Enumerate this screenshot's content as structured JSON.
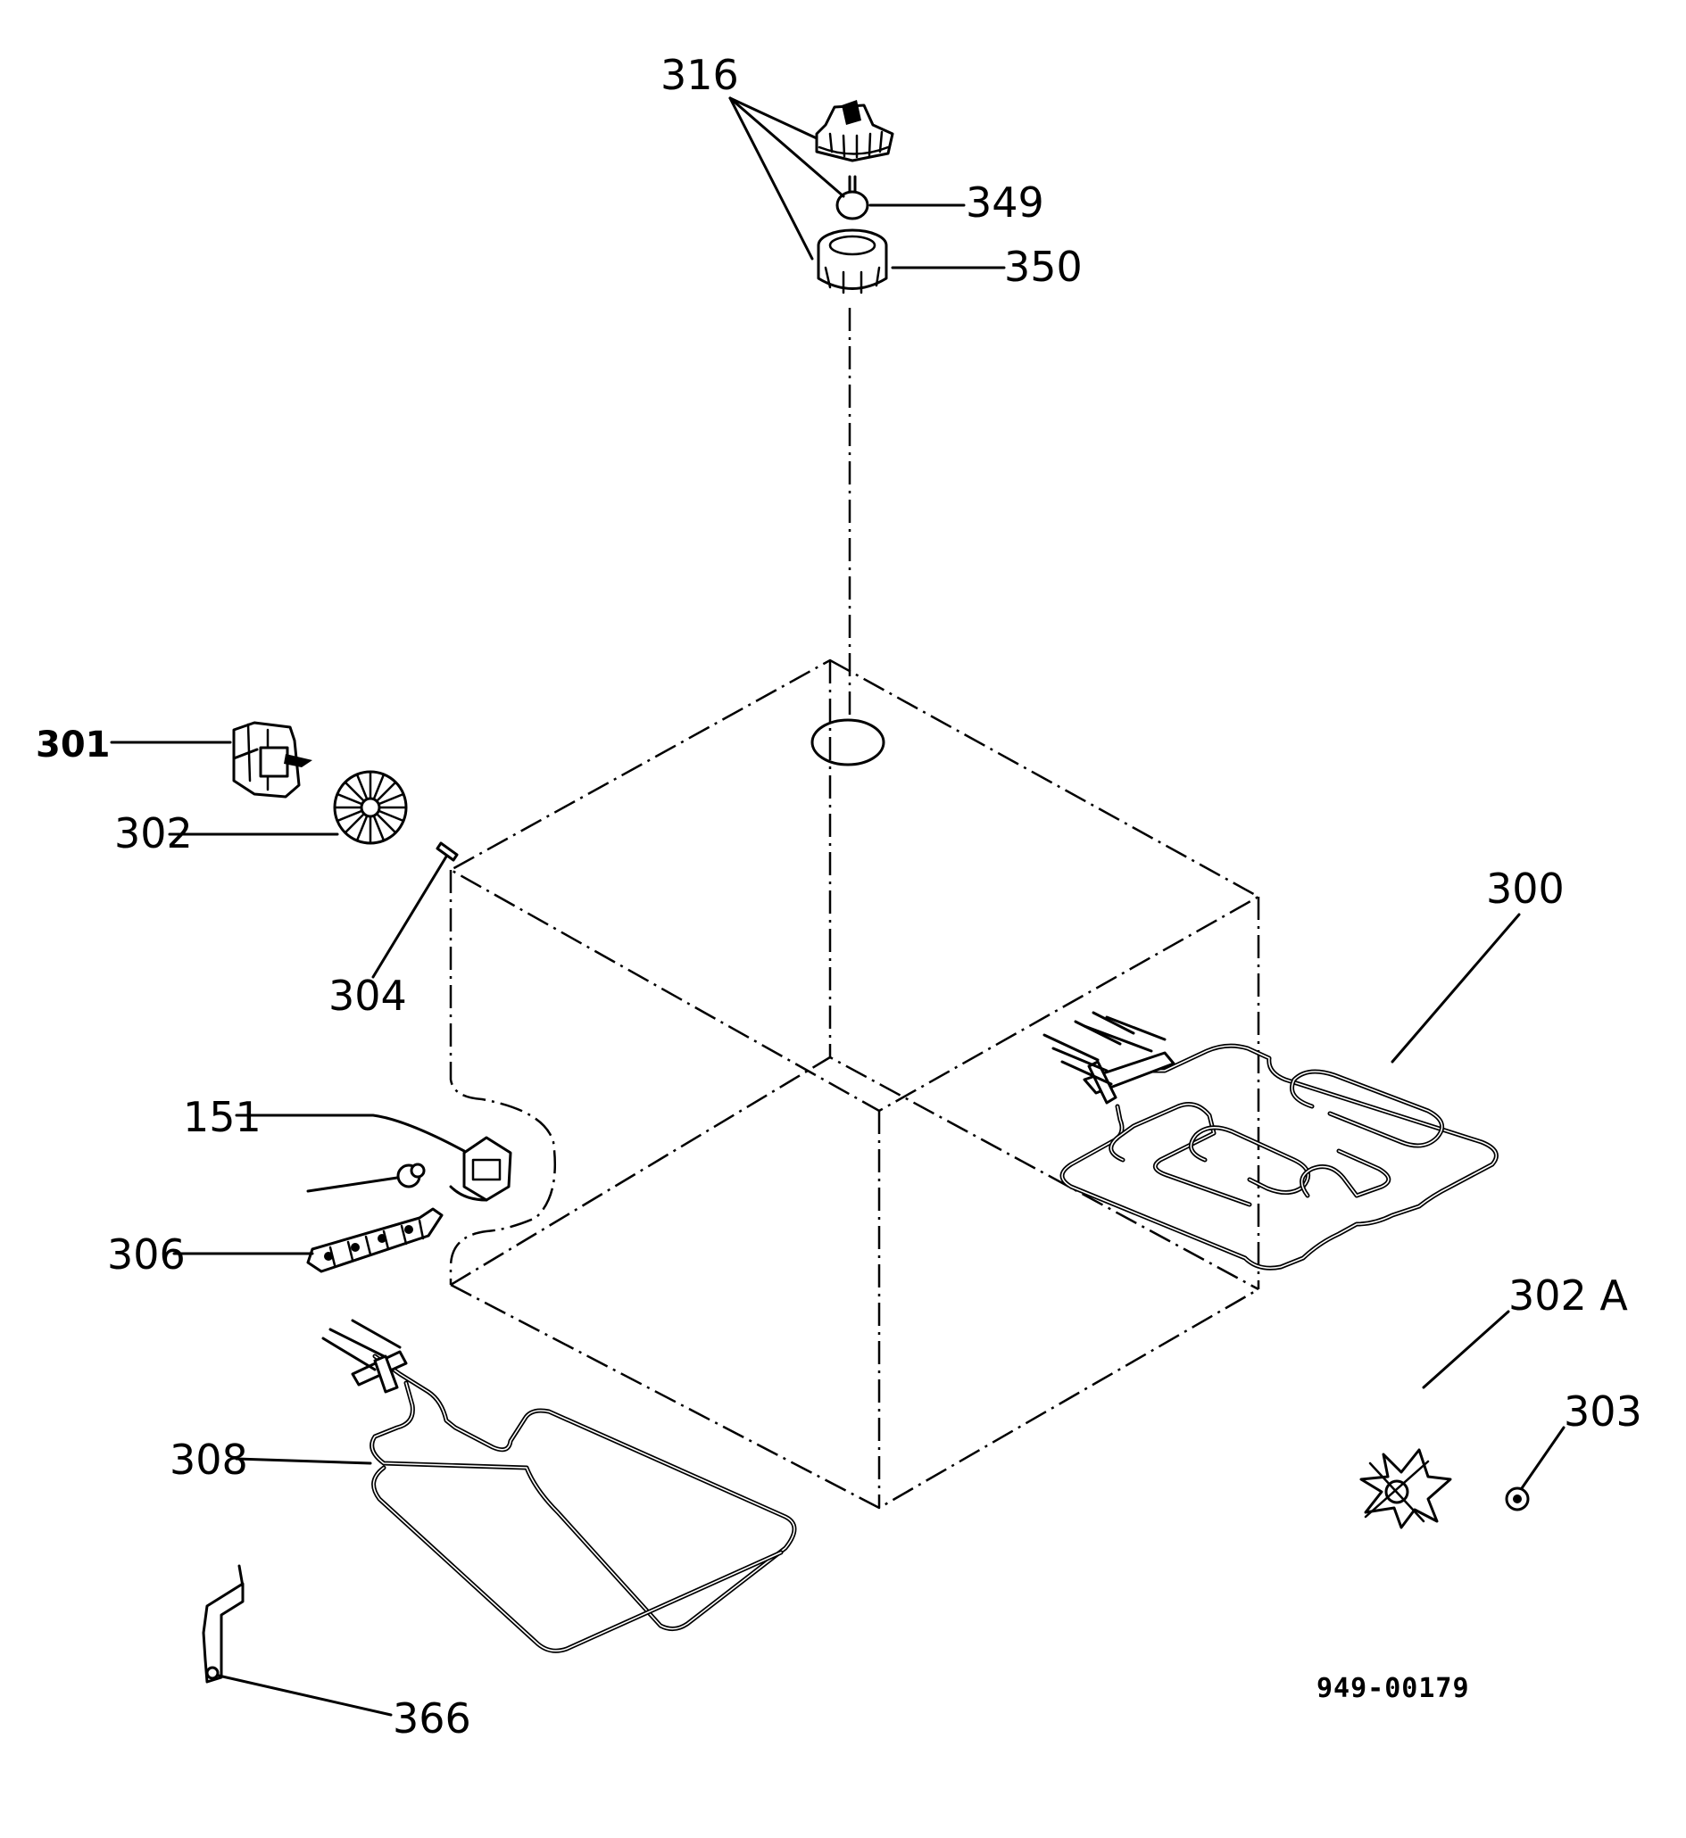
{
  "labels": {
    "p316": "316",
    "p349": "349",
    "p350": "350",
    "p301": "301",
    "p302": "302",
    "p304": "304",
    "p300": "300",
    "p151": "151",
    "p306": "306",
    "p302a": "302 A",
    "p303": "303",
    "p308": "308",
    "p366": "366"
  },
  "reference_number": "949-00179"
}
